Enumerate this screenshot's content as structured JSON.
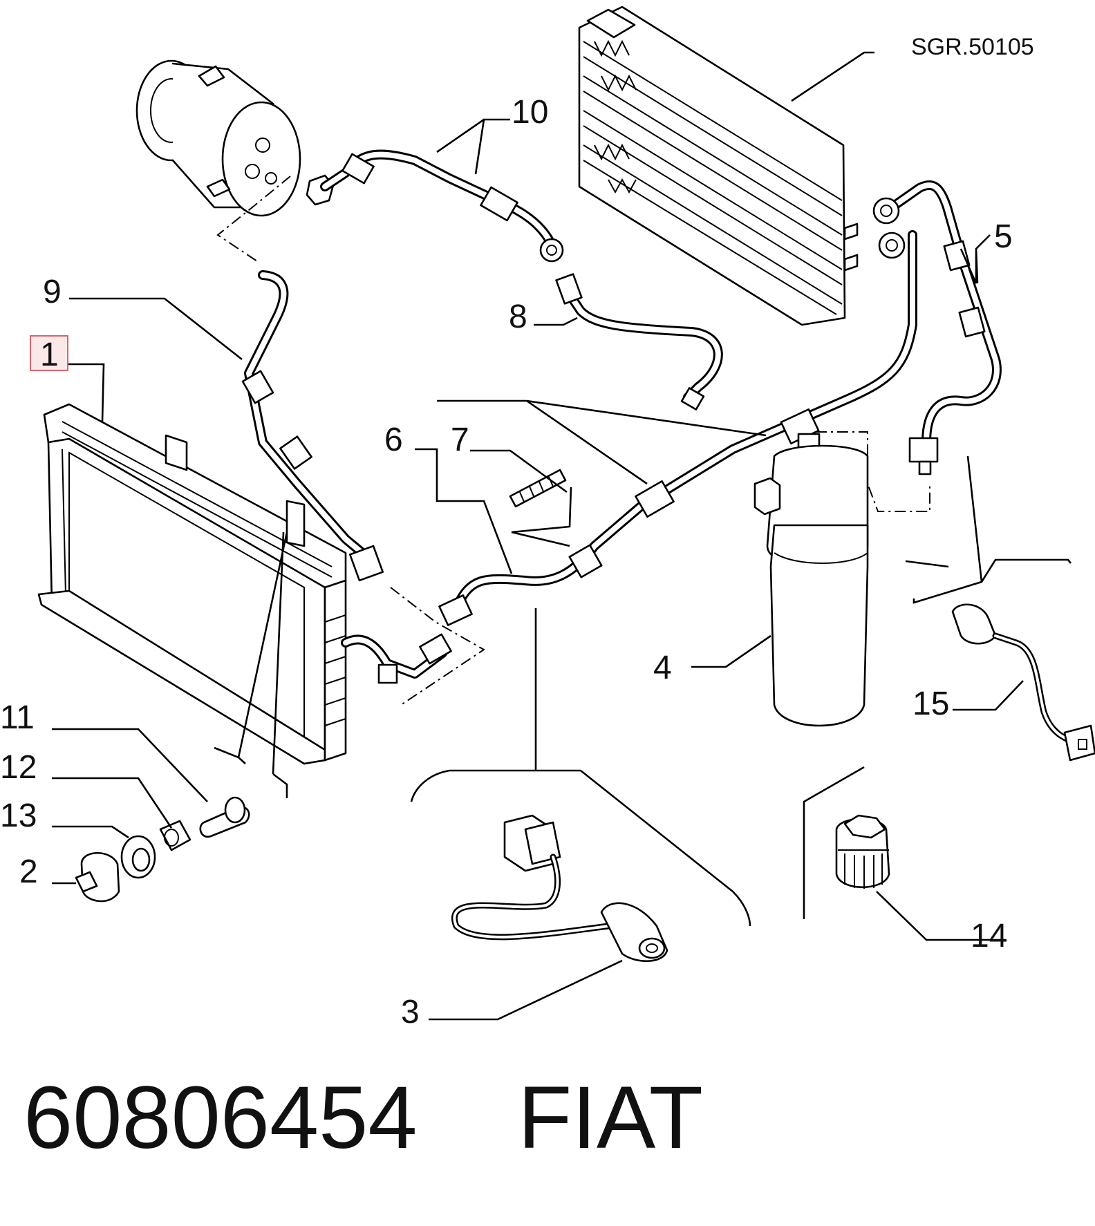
{
  "diagram": {
    "reference_code": "SGR.50105",
    "callouts": [
      "1",
      "2",
      "3",
      "4",
      "5",
      "6",
      "7",
      "8",
      "9",
      "10",
      "11",
      "12",
      "13",
      "14",
      "15"
    ],
    "highlighted_callout": "1"
  },
  "footer": {
    "part_number": "60806454",
    "brand": "FIAT"
  },
  "colors": {
    "highlight_fill": "#fbe9ea",
    "highlight_border": "#d9646c",
    "ink": "#000000"
  }
}
